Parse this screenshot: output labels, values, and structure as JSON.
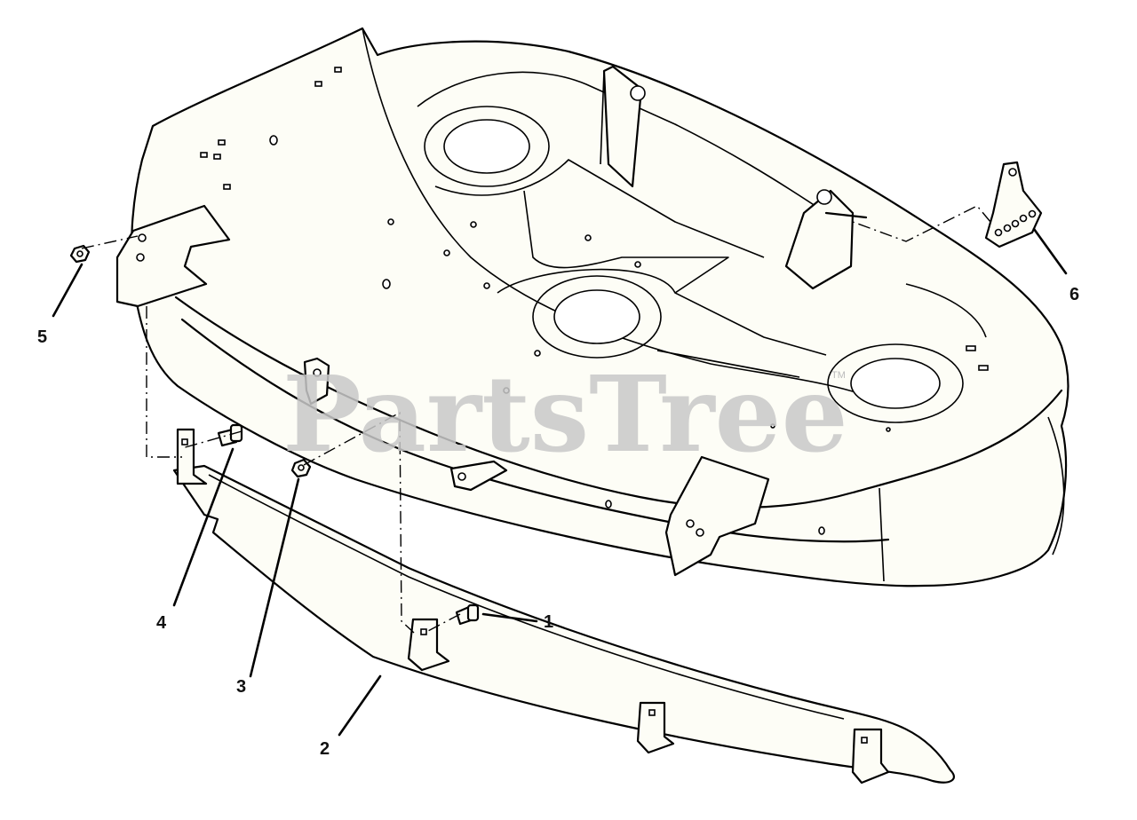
{
  "diagram": {
    "watermark": "PartsTree",
    "trademark": "TM",
    "callouts": [
      {
        "number": "1"
      },
      {
        "number": "2"
      },
      {
        "number": "3"
      },
      {
        "number": "4"
      },
      {
        "number": "5"
      },
      {
        "number": "6"
      }
    ]
  }
}
